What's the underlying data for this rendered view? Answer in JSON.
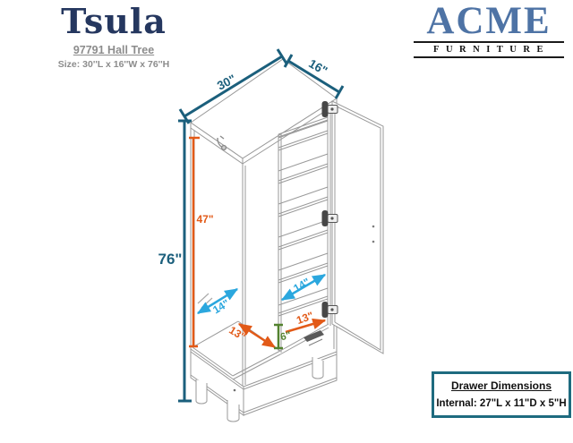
{
  "header": {
    "title": "Tsula",
    "sku": "97791 Hall Tree",
    "size": "Size: 30''L x 16''W x 76''H"
  },
  "brand": {
    "name": "ACME",
    "sub": "FURNITURE"
  },
  "diagram": {
    "labels": {
      "w30": "30\"",
      "d16": "16\"",
      "h76": "76\"",
      "h47": "47\"",
      "d14": "14\"",
      "w14": "14\"",
      "d13": "13\"",
      "w13": "13\"",
      "h6": "6\""
    },
    "colors": {
      "teal": "#1b5f7c",
      "orange": "#e25a18",
      "cyan": "#2ba7de",
      "green": "#53822f"
    }
  },
  "drawer_box": {
    "title": "Drawer Dimensions",
    "detail": "Internal: 27\"L x 11\"D x 5\"H"
  }
}
